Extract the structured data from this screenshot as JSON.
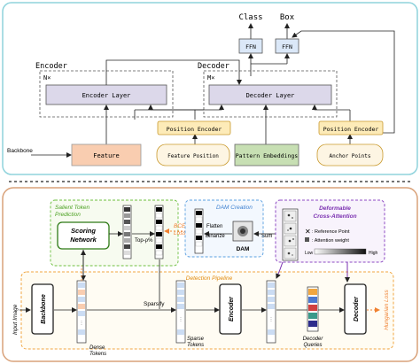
{
  "top": {
    "outputs": {
      "class": "Class",
      "box": "Box"
    },
    "ffn_label": "FFN",
    "encoder": {
      "title": "Encoder",
      "repeat": "N×",
      "layer": "Encoder Layer"
    },
    "decoder": {
      "title": "Decoder",
      "repeat": "M×",
      "layer": "Decoder Layer"
    },
    "pos_encoder": "Position Encoder",
    "backbone": "Backbone",
    "feature": "Feature",
    "feature_position": "Feature Position",
    "pattern_embeddings": "Pattern Embeddings",
    "anchor_points": "Anchor Points"
  },
  "bottom": {
    "salient": {
      "title1": "Salient Token",
      "title2": "Prediction",
      "scoring1": "Scoring",
      "scoring2": "Network",
      "topk": "Top-ρ%"
    },
    "bce": {
      "line1": "BCE",
      "line2": "Loss"
    },
    "dam": {
      "title": "DAM Creation",
      "flatten": "Flatten",
      "binarize": "Binarize",
      "sum": "Sum",
      "dam": "DAM"
    },
    "deformable": {
      "title1": "Deformable",
      "title2": "Cross-Attention",
      "ref": ": Reference Point",
      "attn": ": Attention weight",
      "low": "Low",
      "high": "High"
    },
    "pipeline": {
      "title": "Detection Pipeline",
      "input": "Input Image",
      "backbone": "Backbone",
      "sparsify": "Sparsify",
      "encoder": "Encoder",
      "decoder": "Decoder",
      "hungarian": "Hungarian Loss",
      "dense1": "Dense",
      "dense2": "Tokens",
      "sparse1": "Sparse",
      "sparse2": "Tokens",
      "queries1": "Decoder",
      "queries2": "Queries"
    }
  },
  "colors": {
    "top_border": "#8fd3dc",
    "bottom_border": "#d9a27a",
    "layer_fill": "#dcd8ea",
    "ffn_fill": "#dbe8f8",
    "pos_fill": "#fdebb8",
    "feature_fill": "#f9cdb0",
    "cream_fill": "#fdf5e3",
    "pattern_fill": "#c7dfb3",
    "green_dash": "#6cbf3e",
    "blue_dash": "#5a9fe0",
    "purple_dash": "#8e4bc3",
    "orange_dash": "#f0a640"
  }
}
